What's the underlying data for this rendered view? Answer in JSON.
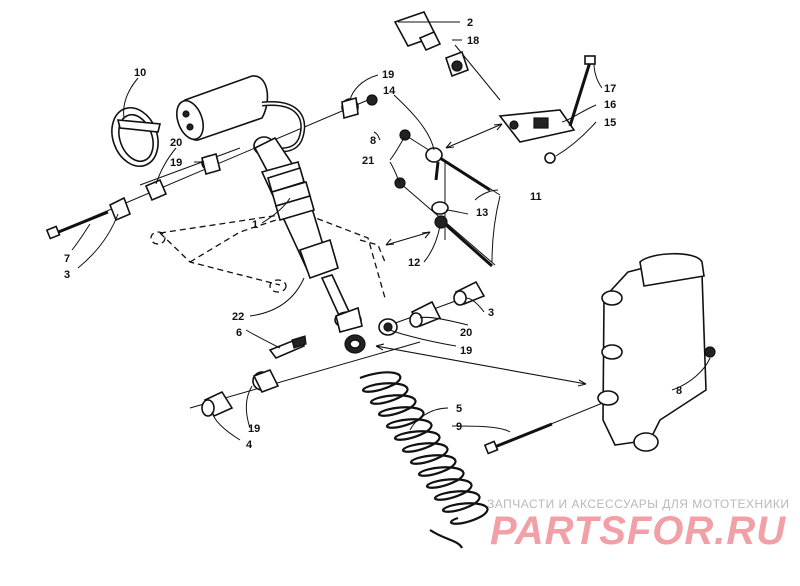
{
  "callouts": {
    "c1": "1",
    "c2": "2",
    "c3a": "3",
    "c3b": "3",
    "c4": "4",
    "c5": "5",
    "c6": "6",
    "c7": "7",
    "c8a": "8",
    "c8b": "8",
    "c9": "9",
    "c10": "10",
    "c11": "11",
    "c12": "12",
    "c13": "13",
    "c14": "14",
    "c15": "15",
    "c16": "16",
    "c17": "17",
    "c18": "18",
    "c19a": "19",
    "c19b": "19",
    "c19c": "19",
    "c19d": "19",
    "c20a": "20",
    "c20b": "20",
    "c21": "21",
    "c22": "22"
  },
  "watermark": {
    "tagline": "ЗАПЧАСТИ И АКСЕССУАРЫ ДЛЯ МОТОТЕХНИКИ",
    "logo": "PARTSFOR.RU"
  },
  "colors": {
    "ink": "#111111",
    "watermark_text": "#b9b9b9",
    "watermark_logo": "#f0a0a6"
  }
}
